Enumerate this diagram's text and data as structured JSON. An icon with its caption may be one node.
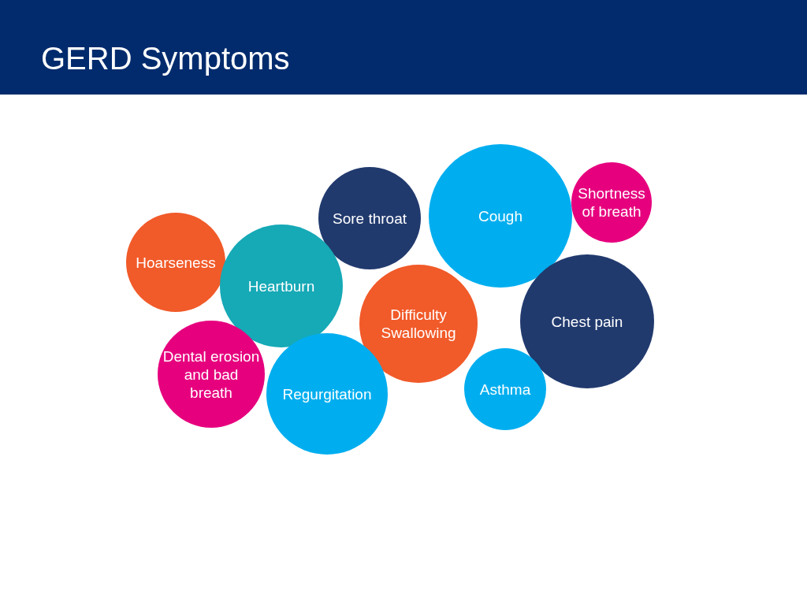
{
  "diagram": {
    "title": "GERD Symptoms",
    "nodes": [
      {
        "text": [
          "Sore throat"
        ]
      },
      {
        "text": [
          "Cough"
        ]
      },
      {
        "text": [
          "Shortness of breath"
        ]
      },
      {
        "text": [
          "Hoarseness"
        ]
      },
      {
        "text": [
          "Heartburn"
        ]
      },
      {
        "text": [
          "Difficulty Swallowing"
        ]
      },
      {
        "text": [
          "Chest pain"
        ]
      },
      {
        "text": [
          "Dental erosion and bad breath"
        ]
      },
      {
        "text": [
          "Regurgitation"
        ]
      },
      {
        "text": [
          "Asthma"
        ]
      }
    ]
  }
}
